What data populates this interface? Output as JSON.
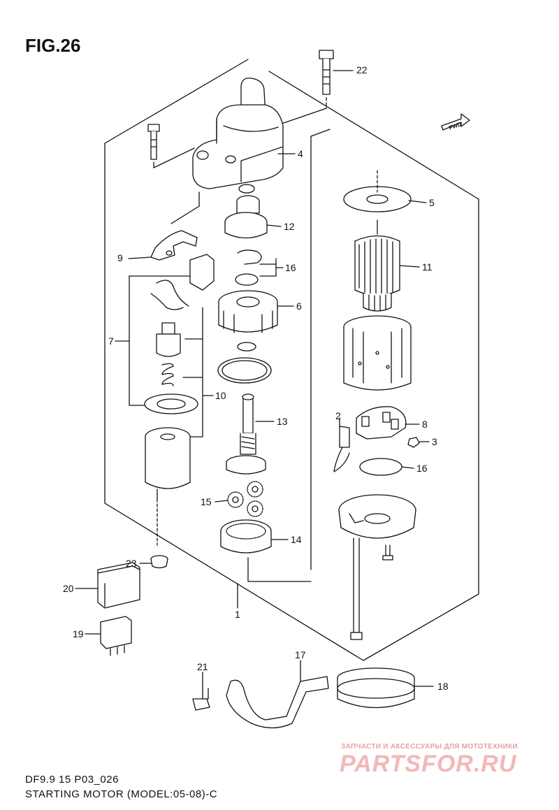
{
  "figure": {
    "title": "FIG.26",
    "code": "DF9.9 15 P03_026",
    "caption": "STARTING MOTOR (MODEL:05-08)-C"
  },
  "direction_tag": "FWD",
  "callouts": {
    "c1": "1",
    "c2": "2",
    "c3": "3",
    "c4": "4",
    "c5": "5",
    "c6": "6",
    "c7": "7",
    "c8": "8",
    "c9": "9",
    "c10": "10",
    "c11": "11",
    "c12": "12",
    "c13": "13",
    "c14": "14",
    "c15": "15",
    "c16a": "16",
    "c16b": "16",
    "c17": "17",
    "c18": "18",
    "c19": "19",
    "c20": "20",
    "c21": "21",
    "c22": "22",
    "c23": "23"
  },
  "watermark": {
    "tagline": "ЗАПЧАСТИ И АКСЕССУАРЫ ДЛЯ МОТОТЕХНИКИ",
    "brand": "PARTSFOR.RU"
  }
}
